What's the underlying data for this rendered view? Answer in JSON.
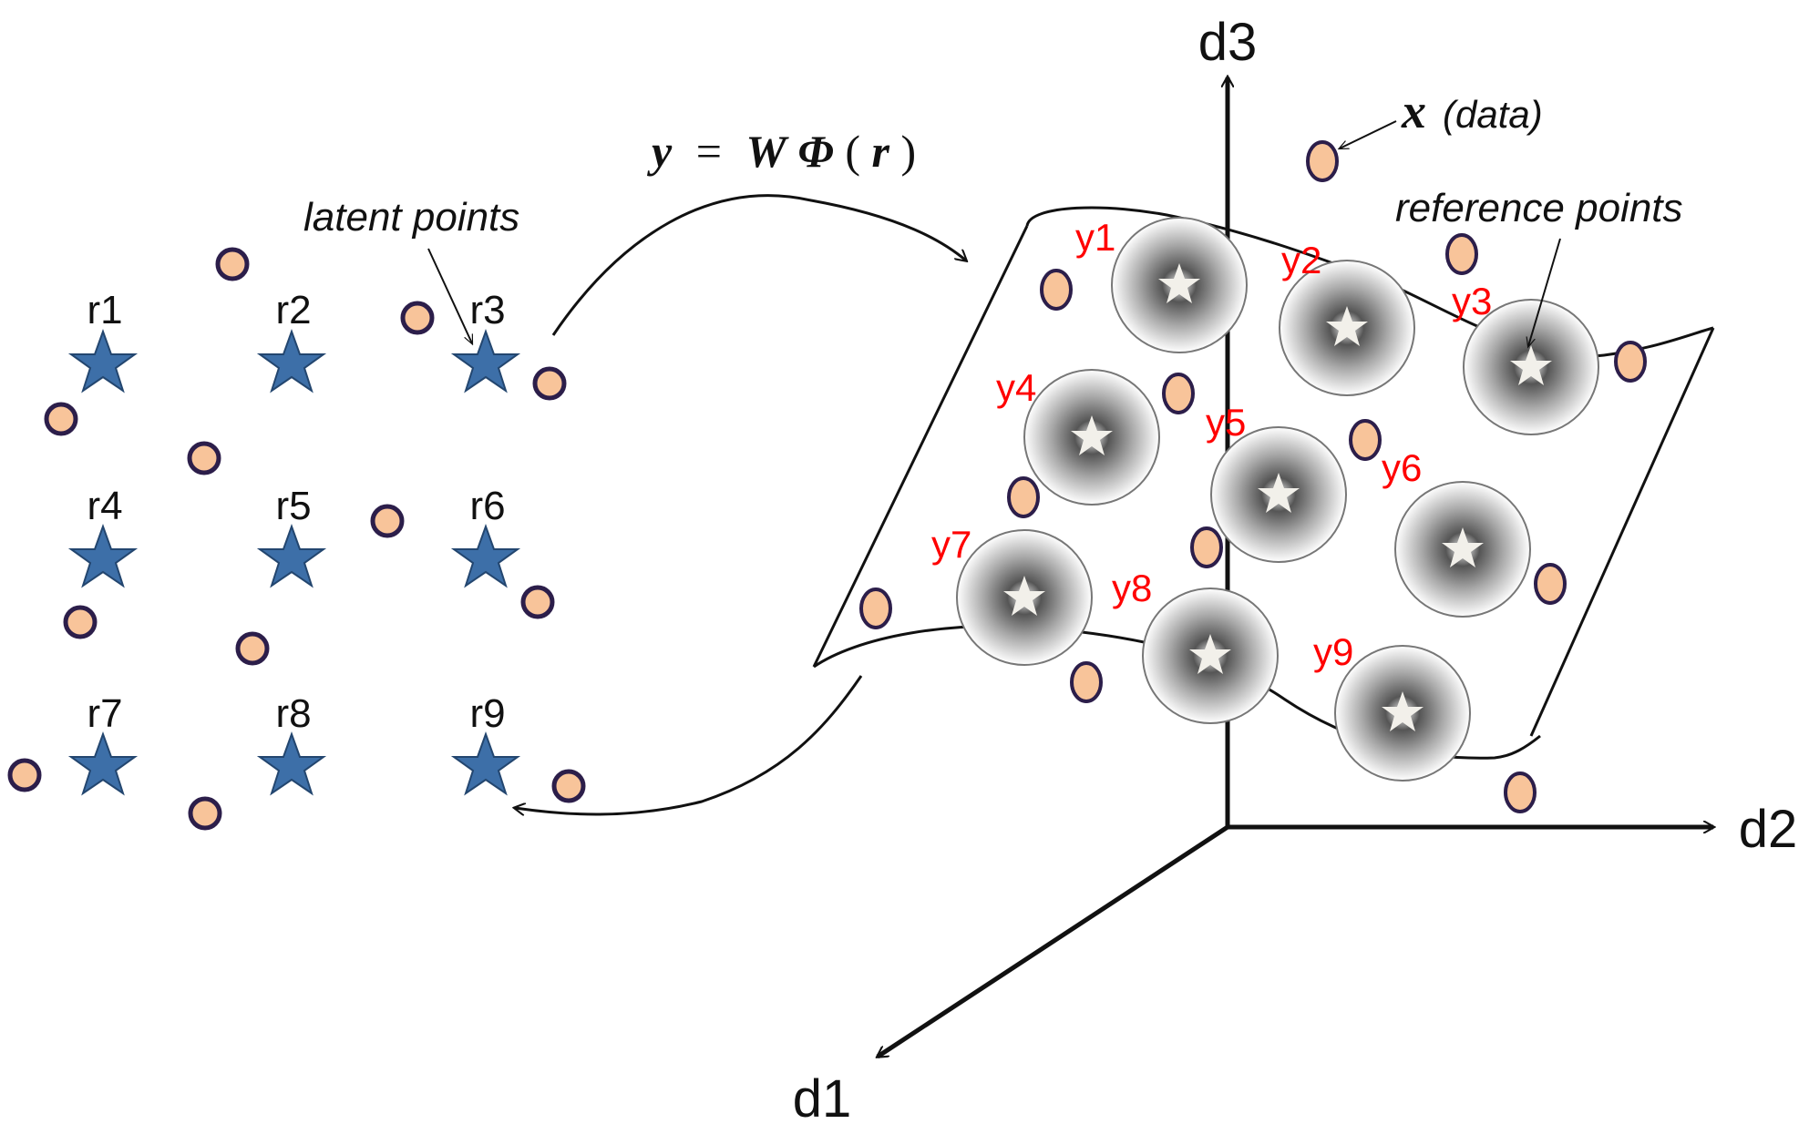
{
  "equation": {
    "y": "y",
    "eq": "=",
    "W": "W",
    "Phi": "Φ",
    "lp": "(",
    "r": "r",
    "rp": ")"
  },
  "latent_label": "latent points",
  "reference_label": "reference points",
  "data_label": {
    "symbol": "x",
    "text": "(data)"
  },
  "axes": {
    "d1": "d1",
    "d2": "d2",
    "d3": "d3"
  },
  "latent_grid": [
    "r1",
    "r2",
    "r3",
    "r4",
    "r5",
    "r6",
    "r7",
    "r8",
    "r9"
  ],
  "reference_grid": [
    "y1",
    "y2",
    "y3",
    "y4",
    "y5",
    "y6",
    "y7",
    "y8",
    "y9"
  ],
  "colors": {
    "star_blue": "#3d6fa8",
    "data_fill": "#f8c49a",
    "data_stroke": "#2c1e4a",
    "label_red": "#ff0000",
    "line": "#111111"
  }
}
